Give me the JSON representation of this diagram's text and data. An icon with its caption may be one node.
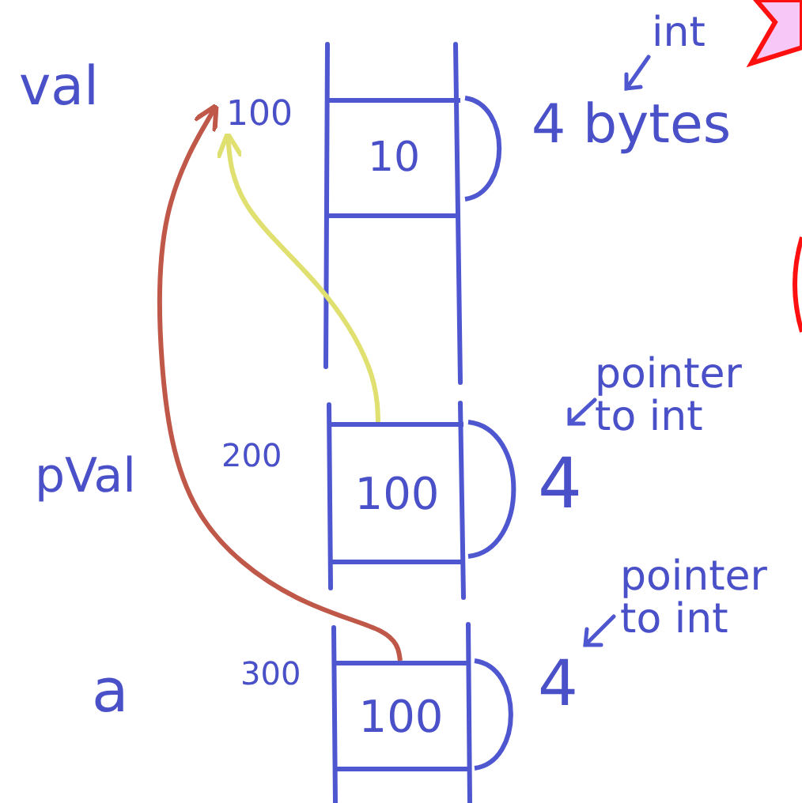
{
  "diagram": {
    "nodes": [
      {
        "text": [
          "100"
        ]
      },
      {
        "text": [
          "10"
        ],
        "beside": [
          "4 bytes"
        ]
      },
      {
        "text": [
          "100"
        ],
        "beside": [
          "200",
          "4"
        ]
      },
      {
        "text": [
          "100"
        ],
        "beside": [
          "300",
          "4"
        ]
      }
    ],
    "edges": [
      {
        "from": 2,
        "to": 0,
        "arrow": "to",
        "color": "#e0e070"
      },
      {
        "from": 3,
        "to": 0,
        "arrow": "to",
        "color": "#c0584a"
      }
    ],
    "labels": [
      "val",
      "int",
      "pVal",
      "pointer to int",
      "a",
      "pointer to int"
    ]
  }
}
